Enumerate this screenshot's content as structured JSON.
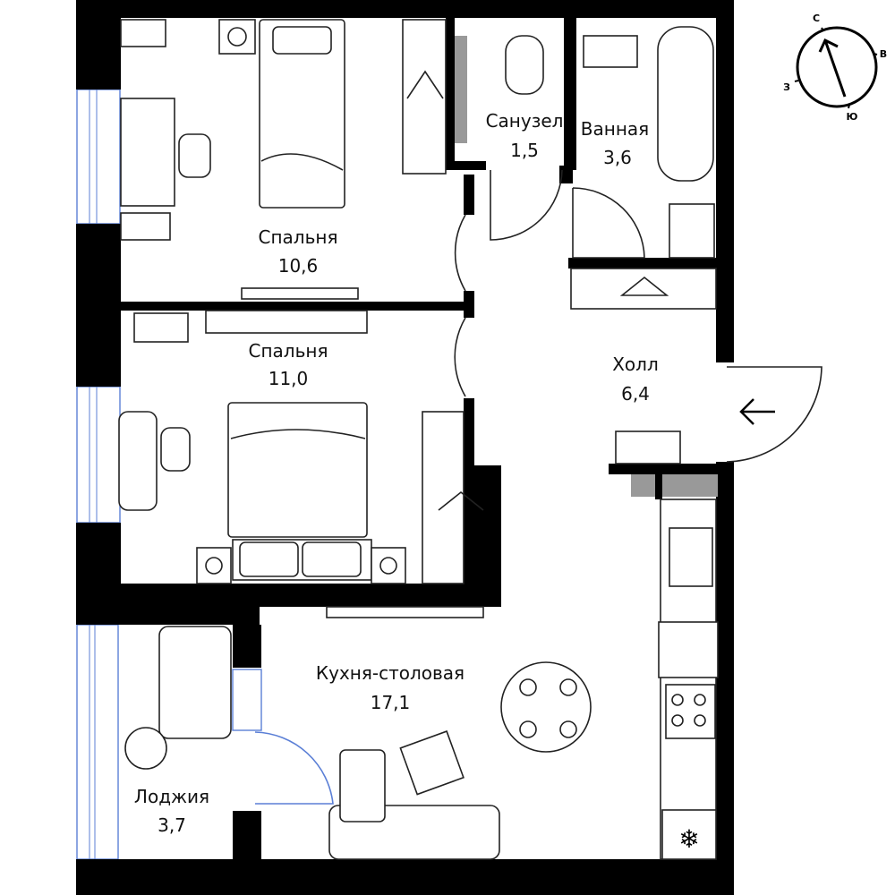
{
  "plan": {
    "rooms": [
      {
        "name": "Спальня",
        "area": "10,6"
      },
      {
        "name": "Спальня",
        "area": "11,0"
      },
      {
        "name": "Санузел",
        "area": "1,5"
      },
      {
        "name": "Ванная",
        "area": "3,6"
      },
      {
        "name": "Холл",
        "area": "6,4"
      },
      {
        "name": "Кухня-столовая",
        "area": "17,1"
      },
      {
        "name": "Лоджия",
        "area": "3,7"
      }
    ],
    "entrance_icon": "arrow-left-icon"
  },
  "compass": {
    "north": "С",
    "east": "В",
    "south": "Ю",
    "west": "З"
  },
  "colors": {
    "walls": "#000000",
    "windows": "#5b7fd6",
    "shafts": "#999999"
  }
}
